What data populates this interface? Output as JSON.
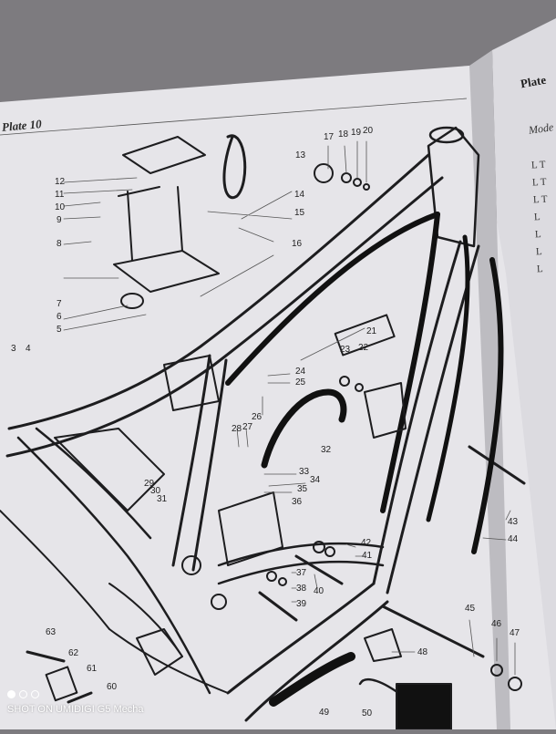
{
  "plate": {
    "title": "Plate 10"
  },
  "right_page": {
    "title": "Plate",
    "subtitle": "Mode",
    "rows": [
      "L T",
      "L T",
      "L T",
      "L",
      "L",
      "L",
      "L"
    ]
  },
  "callouts": [
    "3",
    "4",
    "5",
    "6",
    "7",
    "8",
    "9",
    "10",
    "11",
    "12",
    "13",
    "14",
    "15",
    "16",
    "17",
    "18",
    "19",
    "20",
    "21",
    "22",
    "23",
    "24",
    "25",
    "26",
    "27",
    "28",
    "29",
    "30",
    "31",
    "32",
    "33",
    "34",
    "35",
    "36",
    "37",
    "38",
    "39",
    "40",
    "41",
    "42",
    "43",
    "44",
    "45",
    "46",
    "47",
    "48",
    "49",
    "50",
    "60",
    "61",
    "62",
    "63"
  ],
  "watermark": {
    "text": "SHOT ON UMIDIGI G5 Mecha"
  },
  "colors": {
    "page": "#e6e5e9",
    "background": "#7d7b7f",
    "ink": "#1d1d1f"
  }
}
